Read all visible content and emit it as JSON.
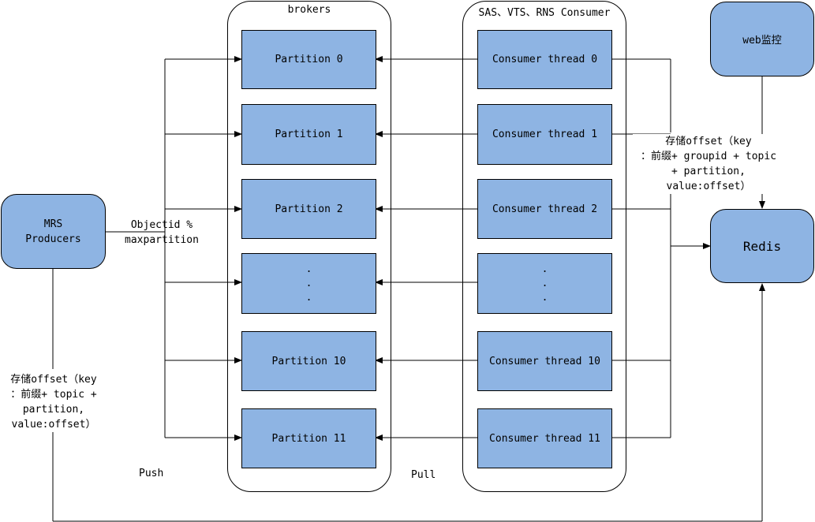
{
  "groups": {
    "brokers": {
      "title": "brokers"
    },
    "consumers": {
      "title": "SAS、VTS、RNS Consumer"
    }
  },
  "partitions": [
    "Partition 0",
    "Partition 1",
    "Partition 2",
    "",
    "Partition 10",
    "Partition 11"
  ],
  "consumers": [
    "Consumer thread 0",
    "Consumer thread 1",
    "Consumer thread 2",
    "",
    "Consumer thread 10",
    "Consumer thread 11"
  ],
  "ellipsis": [
    ".",
    ".",
    "."
  ],
  "producer": {
    "line1": "MRS",
    "line2": "Producers"
  },
  "redis": {
    "label": "Redis"
  },
  "web": {
    "label": "web监控"
  },
  "labels": {
    "objectid_1": "Objectid %",
    "objectid_2": "maxpartition",
    "push": "Push",
    "pull": "Pull",
    "consumer_store_1": "存储offset（key",
    "consumer_store_2": "：前缀+ groupid + topic",
    "consumer_store_3": "+ partition,",
    "consumer_store_4": "value:offset）",
    "producer_store_1": "存储offset（key",
    "producer_store_2": "：前缀+ topic +",
    "producer_store_3": "partition,",
    "producer_store_4": "value:offset）"
  }
}
